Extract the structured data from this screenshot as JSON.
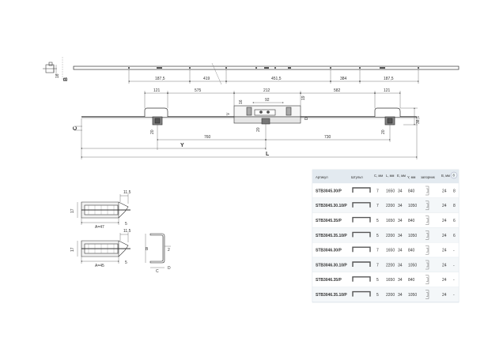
{
  "top_strip": {
    "dims": [
      "187,5",
      "419",
      "451,5",
      "384",
      "187,5"
    ],
    "side_dims": [
      "16",
      "8"
    ]
  },
  "assembly": {
    "dims": {
      "d121_left": "121",
      "d575": "575",
      "d212": "212",
      "d582": "582",
      "d121_right": "121",
      "d92": "92",
      "d16": "16",
      "d19": "19",
      "d760": "760",
      "d730": "730",
      "d38": "38,5",
      "d20_left": "20",
      "d20_mid": "20",
      "d20_right": "20"
    },
    "labels": {
      "C": "C",
      "V": "V",
      "Y": "Y",
      "L": "L",
      "D": "D"
    }
  },
  "profiles": {
    "upper": {
      "d11": "11,5",
      "d17": "17",
      "d5": "5",
      "formula": "A=47"
    },
    "lower": {
      "d11": "11,5",
      "d17": "17",
      "d5": "5",
      "formula": "A=45"
    },
    "section": {
      "B": "B",
      "C": "C",
      "D": "D",
      "d2": "2"
    }
  },
  "table": {
    "headers": [
      "Артикул",
      "Штульп",
      "C, мм",
      "L, мм",
      "E, мм",
      "Y, мм",
      "запорник",
      "B, мм",
      "8"
    ],
    "rows": [
      {
        "article": "STB3045.30/P",
        "c": "7",
        "l": "1650",
        "e": "34",
        "y": "840",
        "b": "24",
        "k": "8"
      },
      {
        "article": "STB3045.30.10/P",
        "c": "7",
        "l": "2200",
        "e": "34",
        "y": "1050",
        "b": "24",
        "k": "8"
      },
      {
        "article": "STB3045.35/P",
        "c": "5",
        "l": "1650",
        "e": "34",
        "y": "840",
        "b": "24",
        "k": "6"
      },
      {
        "article": "STB3045.35.10/P",
        "c": "5",
        "l": "2200",
        "e": "34",
        "y": "1050",
        "b": "24",
        "k": "6"
      },
      {
        "article": "STB3046.30/P",
        "c": "7",
        "l": "1650",
        "e": "34",
        "y": "840",
        "b": "24",
        "k": "-"
      },
      {
        "article": "STB3046.30.10/P",
        "c": "7",
        "l": "2200",
        "e": "34",
        "y": "1050",
        "b": "24",
        "k": "-"
      },
      {
        "article": "STB3046.35/P",
        "c": "5",
        "l": "1650",
        "e": "34",
        "y": "840",
        "b": "24",
        "k": "-"
      },
      {
        "article": "STB3046.35.10/P",
        "c": "5",
        "l": "2200",
        "e": "34",
        "y": "1050",
        "b": "24",
        "k": "-"
      }
    ]
  }
}
